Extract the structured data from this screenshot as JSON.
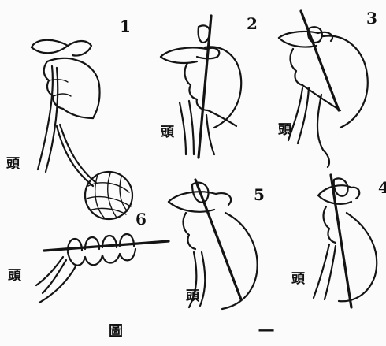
{
  "steps": {
    "s1": "1",
    "s2": "2",
    "s3": "3",
    "s4": "4",
    "s5": "5",
    "s6": "6"
  },
  "head_labels": {
    "h1": "頭",
    "h2": "頭",
    "h3": "頭",
    "h4": "頭",
    "h5": "頭",
    "h6": "頭"
  },
  "caption": {
    "word": "圖",
    "number": "一"
  }
}
